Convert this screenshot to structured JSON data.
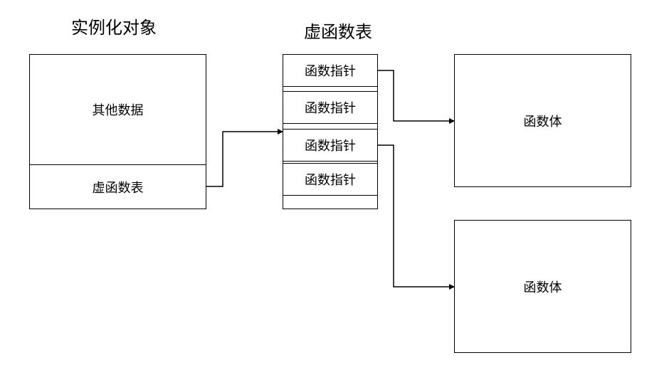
{
  "titles": {
    "instance_object": "实例化对象",
    "vtable": "虚函数表"
  },
  "instance": {
    "other_data": "其他数据",
    "vtable_field": "虚函数表"
  },
  "vtable": {
    "entries": [
      "函数指针",
      "函数指针",
      "函数指针",
      "函数指针"
    ]
  },
  "function_bodies": [
    "函数体",
    "函数体"
  ]
}
